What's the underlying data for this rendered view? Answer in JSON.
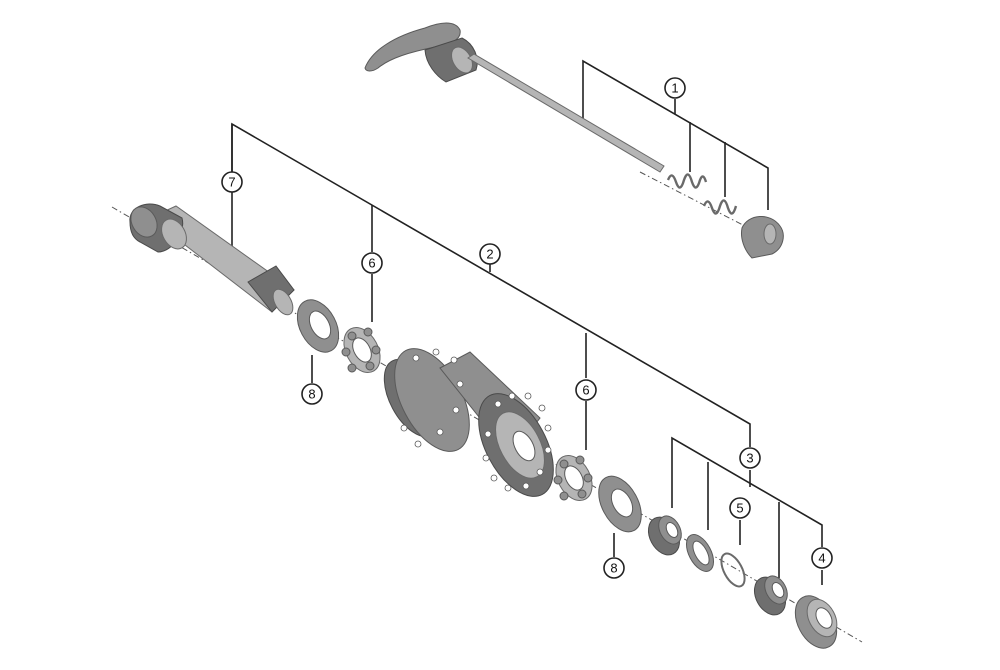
{
  "callouts": {
    "c1": "1",
    "c2": "2",
    "c3": "3",
    "c4": "4",
    "c5": "5",
    "c6a": "6",
    "c6b": "6",
    "c7": "7",
    "c8a": "8",
    "c8b": "8"
  },
  "colors": {
    "metal_dark": "#6f6f6f",
    "metal_mid": "#8f8f8f",
    "metal_light": "#b5b5b5",
    "line": "#222222"
  }
}
